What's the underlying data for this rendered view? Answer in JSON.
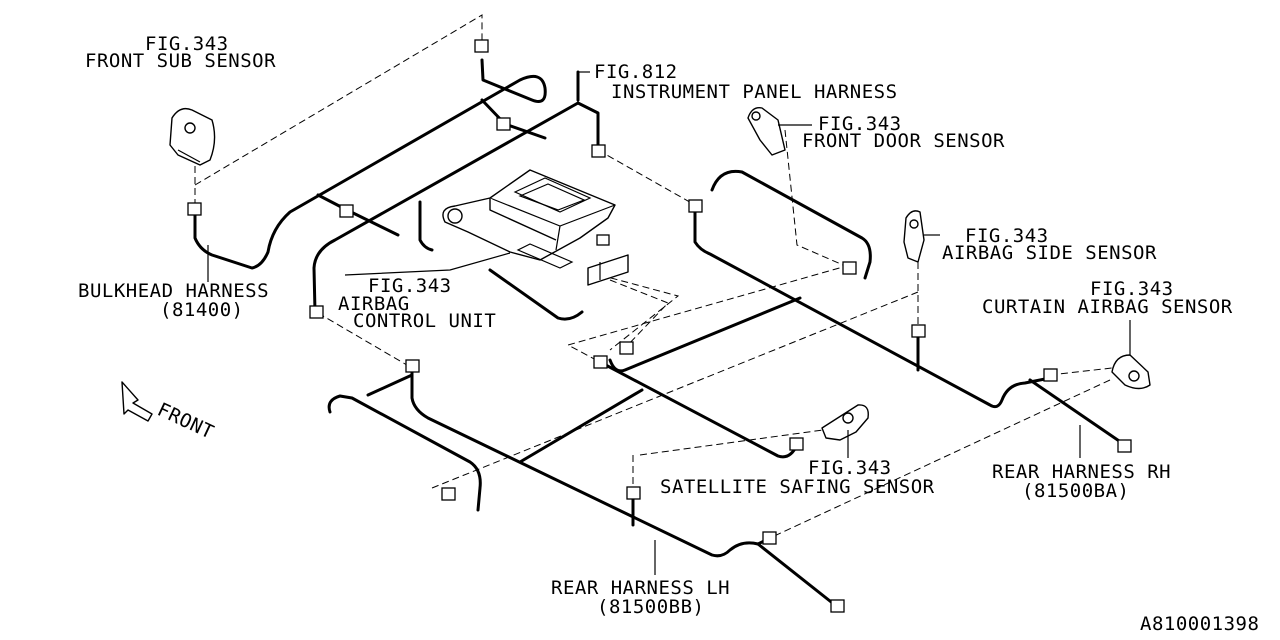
{
  "labels": {
    "front_sub_fig": "FIG.343",
    "front_sub_name": "FRONT SUB SENSOR",
    "ip_fig": "FIG.812",
    "ip_name": "INSTRUMENT PANEL HARNESS",
    "front_door_fig": "FIG.343",
    "front_door_name": "FRONT DOOR SENSOR",
    "airbag_side_fig": "FIG.343",
    "airbag_side_name": "AIRBAG SIDE SENSOR",
    "curtain_fig": "FIG.343",
    "curtain_name": "CURTAIN AIRBAG SENSOR",
    "bulkhead_name": "BULKHEAD HARNESS",
    "bulkhead_part": "(81400)",
    "acu_fig": "FIG.343",
    "acu_line1": "AIRBAG",
    "acu_line2": "CONTROL UNIT",
    "front_arrow": "FRONT",
    "satellite_fig": "FIG.343",
    "satellite_name": "SATELLITE SAFING SENSOR",
    "rear_rh_name": "REAR HARNESS RH",
    "rear_rh_part": "(81500BA)",
    "rear_lh_name": "REAR HARNESS LH",
    "rear_lh_part": "(81500BB)",
    "diagram_id": "A810001398"
  }
}
